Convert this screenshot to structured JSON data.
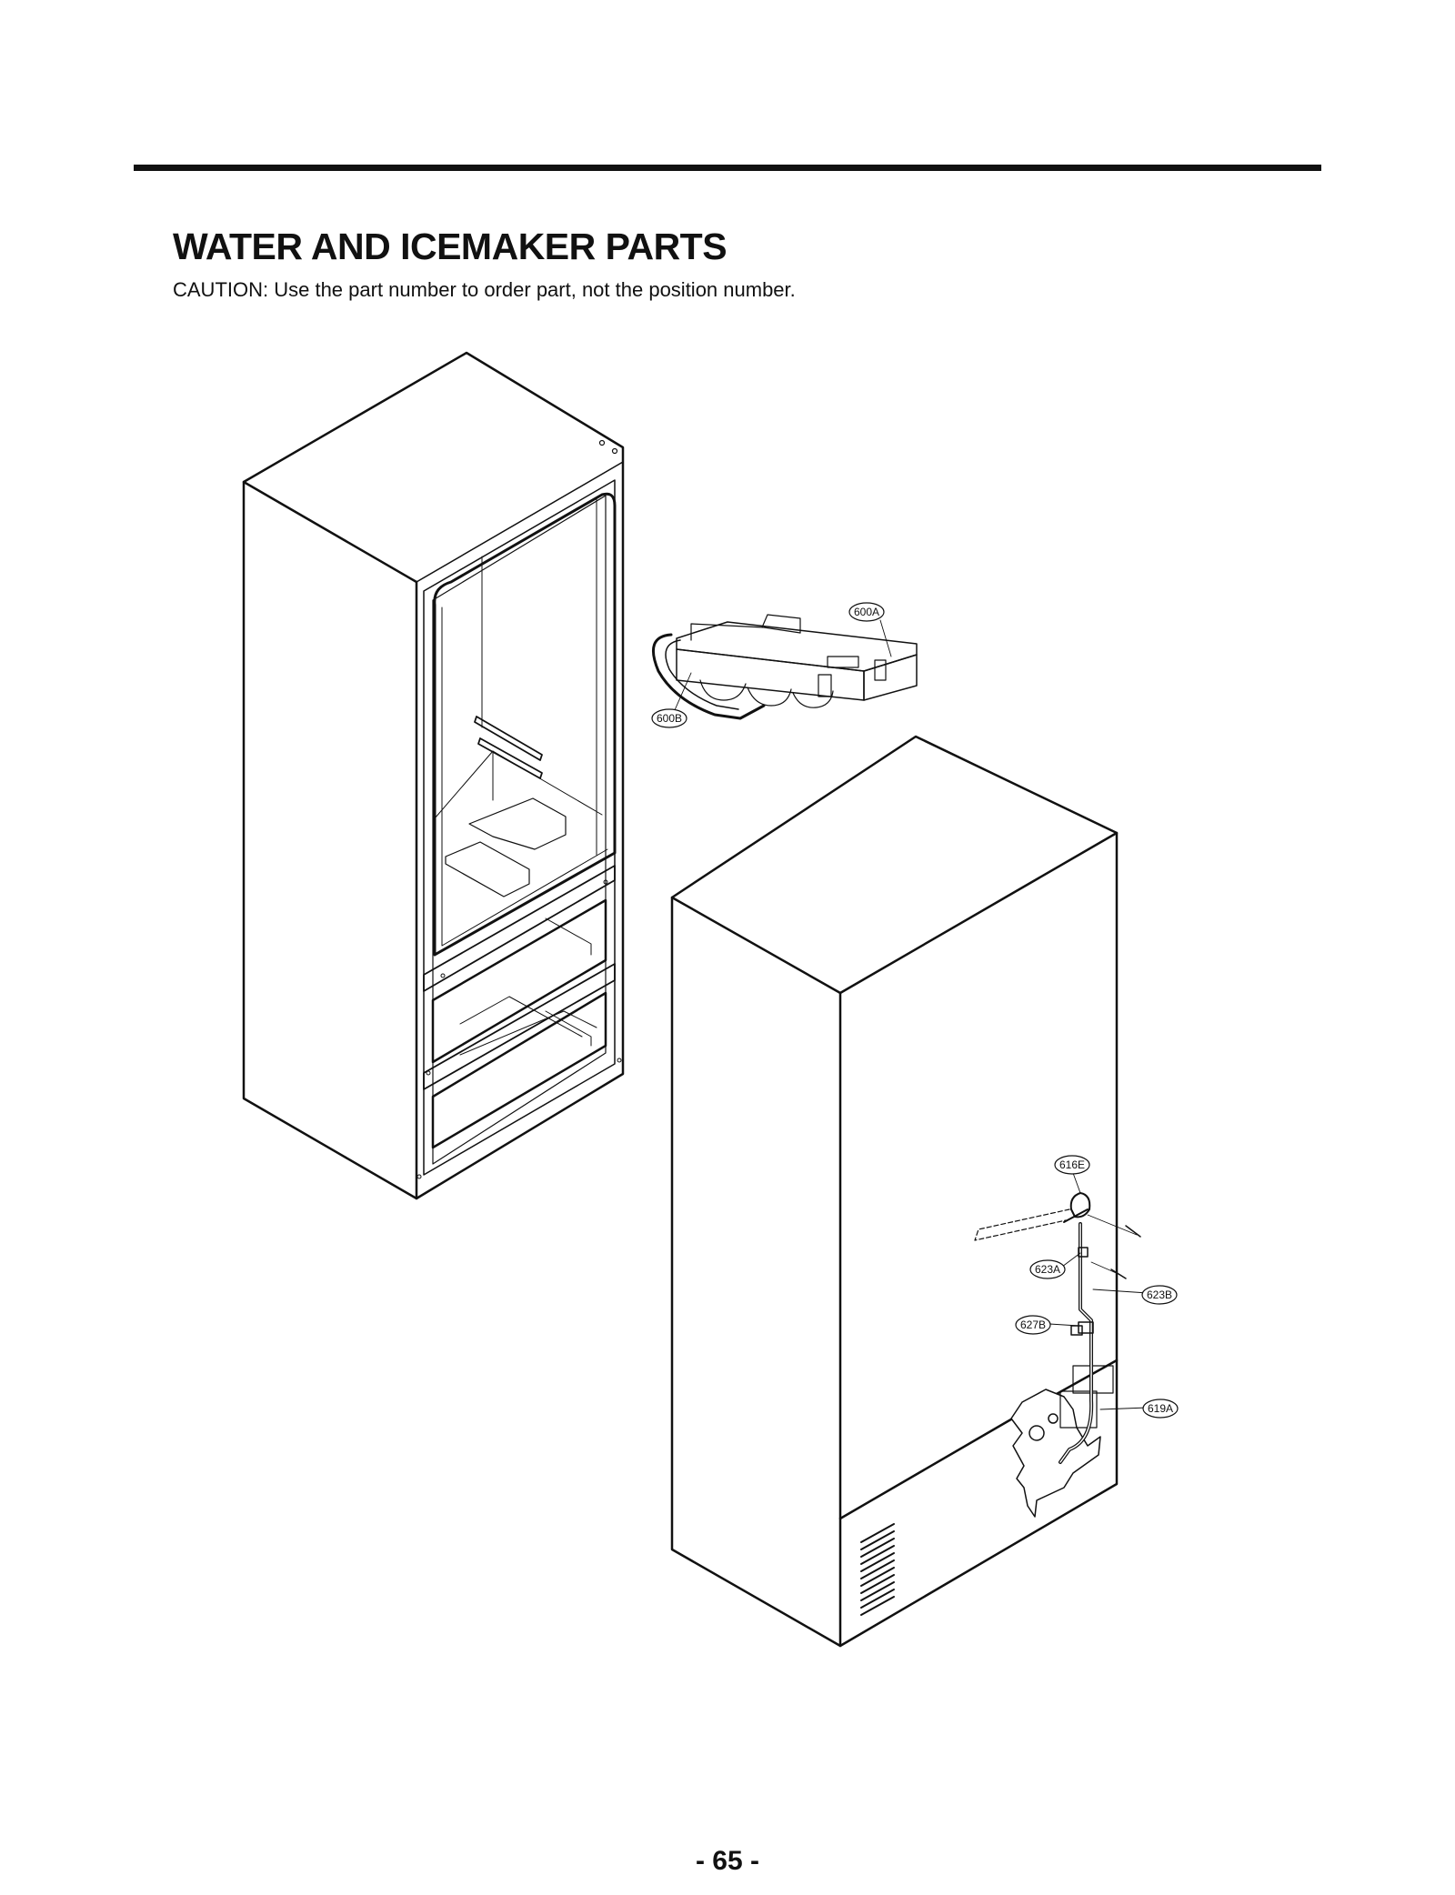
{
  "header": {
    "title": "WATER AND ICEMAKER PARTS",
    "caution": "CAUTION: Use the part number to order part, not the position number."
  },
  "diagram": {
    "callouts": {
      "c600A": "600A",
      "c600B": "600B",
      "c616E": "616E",
      "c623A": "623A",
      "c623B": "623B",
      "c627B": "627B",
      "c619A": "619A"
    }
  },
  "footer": {
    "page_number": "- 65 -"
  }
}
